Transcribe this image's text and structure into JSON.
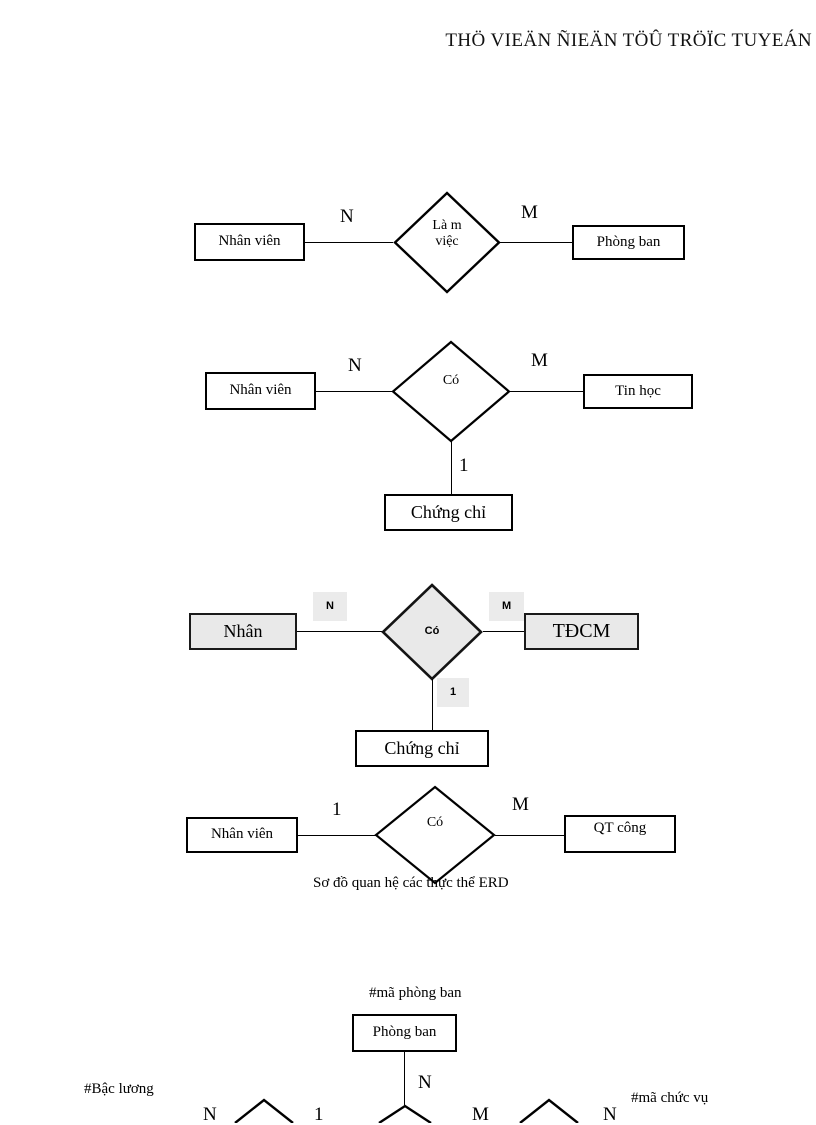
{
  "header": {
    "title": "THÖ VIEÄN ÑIEÄN TÖÛ TRÖÏC TUYEÁN"
  },
  "diagrams": [
    {
      "id": "diagram-lam-viec",
      "left_entity": "Nhân viên",
      "relationship": "Là m\nviệc",
      "right_entity": "Phòng ban",
      "left_cardinality": "N",
      "right_cardinality": "M"
    },
    {
      "id": "diagram-tin-hoc",
      "left_entity": "Nhân viên",
      "relationship": "Có",
      "right_entity": "Tin học",
      "bottom_entity": "Chứng chỉ",
      "left_cardinality": "N",
      "right_cardinality": "M",
      "bottom_cardinality": "1"
    },
    {
      "id": "diagram-tdcm",
      "left_entity": "Nhân",
      "relationship": "Có",
      "right_entity": "TÐCM",
      "bottom_entity": "Chứng chỉ",
      "left_cardinality": "N",
      "right_cardinality": "M",
      "bottom_cardinality": "1",
      "shaded": true
    },
    {
      "id": "diagram-qt-cong",
      "left_entity": "Nhân viên",
      "relationship": "Có",
      "right_entity": "QT công",
      "left_cardinality": "1",
      "right_cardinality": "M"
    }
  ],
  "caption": "Sơ đồ quan hệ các thực thể ERD",
  "bottom_diagram": {
    "attribute_phong_ban": "#mã phòng ban",
    "entity_phong_ban": "Phòng ban",
    "attribute_bac_luong": "#Bậc lương",
    "attribute_ma_chuc_vu": "#mã chức vụ",
    "cardinality_n_left": "N",
    "cardinality_one": "1",
    "cardinality_m": "M",
    "cardinality_n_right": "N",
    "cardinality_n_center": "N"
  },
  "colors": {
    "ink": "#000000",
    "shade": "#e9e9e9",
    "label_shade": "#ebebeb",
    "page": "#ffffff"
  }
}
